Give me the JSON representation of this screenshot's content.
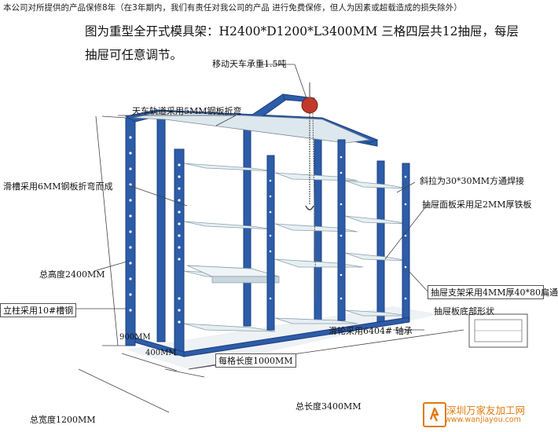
{
  "header": {
    "warranty": "本公司对所提供的产品保修8年（在3年期内，我们有责任对我公司的产品  进行免费保修，但人为因素或超载造成的损失除外）",
    "headline_line1": "图为重型全开式模具架：H2400*D1200*L3400MM 三格四层共12抽屉，每层",
    "headline_line2": "抽屉可任意调节。"
  },
  "callouts": {
    "crane": "移动天车承重1.5吨",
    "rail": "天车轨道采用5MM钢板折弯",
    "slot": "滑槽采用6MM钢板折弯而成",
    "brace": "斜拉为30*30MM方通焊接",
    "drawer_panel": "抽屉面板采用足2MM厚铁板",
    "total_height": "总高度2400MM",
    "column": "立柱采用10#槽钢",
    "drawer_bracket": "抽屉支架采用4MM厚40*80扁通",
    "drawer_bottom": "抽屉板底部形状",
    "pulley": "滑轮采用6404#  轴承",
    "dim_900": "900MM",
    "dim_400": "400MM",
    "cell_length": "每格长度1000MM",
    "total_length": "总长度3400MM",
    "total_width": "总宽度1200MM"
  },
  "logo": {
    "name": "深圳万家友加工网",
    "url": "www.wanjiayou.com"
  },
  "colors": {
    "frame_blue": "#2d5ca8",
    "frame_dark": "#1c3f7e",
    "drawer_panel": "#e6eff3",
    "crane_red": "#c0392b",
    "logo_orange": "#e07a10"
  }
}
